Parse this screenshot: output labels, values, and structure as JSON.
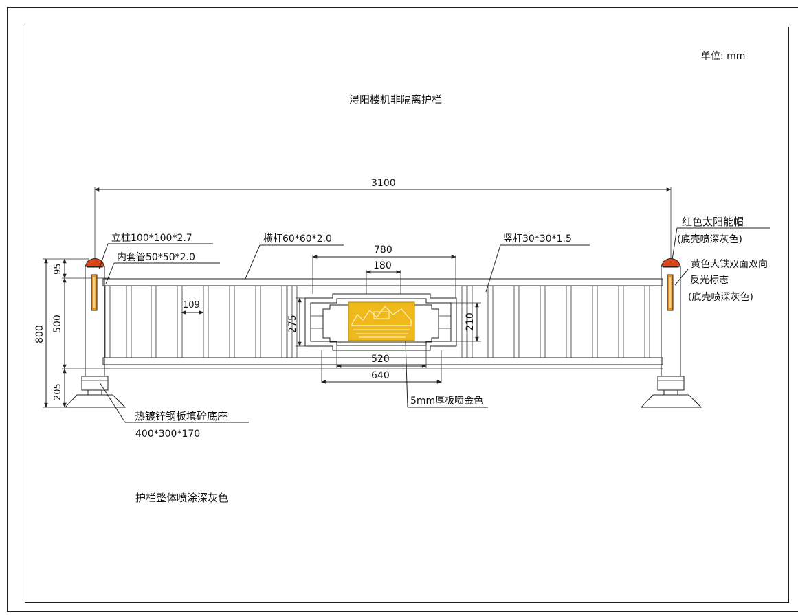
{
  "unit_label": "单位: mm",
  "title": "浔阳楼机非隔离护栏",
  "note_bottom": "护栏整体喷涂深灰色",
  "dimensions": {
    "total_length": "3100",
    "total_height": "800",
    "cap_height": "95",
    "panel_height": "500",
    "base_height": "205",
    "picket_spacing": "109",
    "frame_outer_width": "780",
    "frame_top_width": "180",
    "frame_outer_height": "275",
    "frame_inner_height": "210",
    "plate_inner_width": "520",
    "plate_outer_width": "640"
  },
  "labels": {
    "post": "立柱100*100*2.7",
    "inner_tube": "内套管50*50*2.0",
    "rail": "横杆60*60*2.0",
    "picket": "竖杆30*30*1.5",
    "solar_cap_line1": "红色太阳能帽",
    "solar_cap_line2": "(底壳喷深灰色)",
    "reflector_line1": "黄色大铁双面双向",
    "reflector_line2": "反光标志",
    "reflector_line3": "(底壳喷深灰色)",
    "plate": "5mm厚板喷金色",
    "base_line1": "热镀锌钢板填砼底座",
    "base_line2": "400*300*170"
  },
  "colors": {
    "cap_red": "#d9461a",
    "reflector_orange": "#e39020",
    "plate_gold": "#efb91c",
    "line": "#222222"
  }
}
